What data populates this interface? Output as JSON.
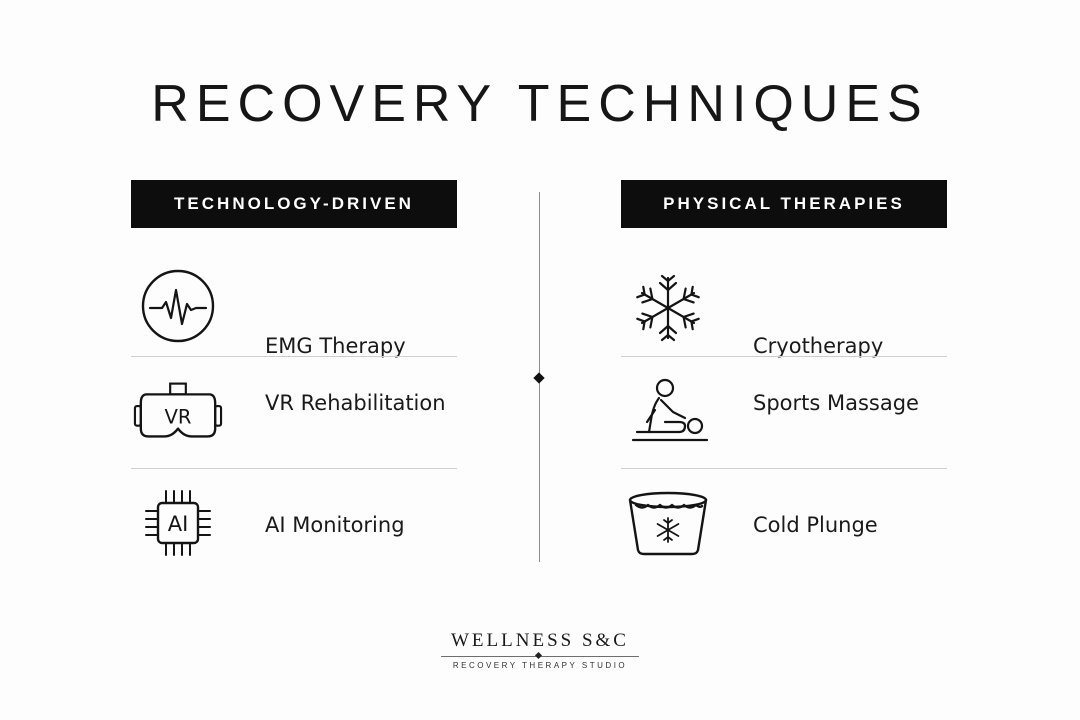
{
  "title": "RECOVERY TECHNIQUES",
  "left_column": {
    "header": "TECHNOLOGY-DRIVEN",
    "items": [
      {
        "label": "EMG Therapy",
        "icon": "pulse-circle-icon"
      },
      {
        "label": "VR Rehabilitation",
        "icon": "vr-headset-icon",
        "icon_text": "VR"
      },
      {
        "label": "AI Monitoring",
        "icon": "ai-chip-icon",
        "icon_text": "AI"
      }
    ]
  },
  "right_column": {
    "header": "PHYSICAL THERAPIES",
    "items": [
      {
        "label": "Cryotherapy",
        "icon": "snowflake-icon"
      },
      {
        "label": "Sports Massage",
        "icon": "massage-icon"
      },
      {
        "label": "Cold Plunge",
        "icon": "ice-bath-icon"
      }
    ]
  },
  "brand": {
    "name": "WELLNESS S&C",
    "tagline": "RECOVERY THERAPY STUDIO"
  },
  "colors": {
    "background": "#fdfdfd",
    "header_bg": "#0d0d0d",
    "header_text": "#ffffff",
    "text": "#141414",
    "rule": "#cfcfcf"
  }
}
